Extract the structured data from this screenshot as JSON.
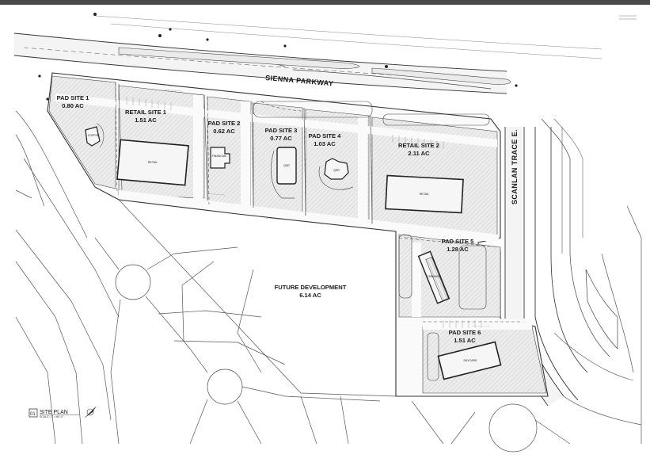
{
  "streets": {
    "north": "SIENNA PARKWAY",
    "east": "SCANLAN TRACE E."
  },
  "sites": [
    {
      "id": "pad-site-1",
      "name": "PAD SITE 1",
      "area": "0.80 AC",
      "building": "COFFEE"
    },
    {
      "id": "retail-site-1",
      "name": "RETAIL SITE 1",
      "area": "1.51 AC",
      "building": "RETAIL"
    },
    {
      "id": "pad-site-2",
      "name": "PAD SITE 2",
      "area": "0.62 AC",
      "building": "FINANCIAL"
    },
    {
      "id": "pad-site-3",
      "name": "PAD SITE 3",
      "area": "0.77 AC",
      "building": "QSR"
    },
    {
      "id": "pad-site-4",
      "name": "PAD SITE 4",
      "area": "1.03 AC",
      "building": "QSR"
    },
    {
      "id": "retail-site-2",
      "name": "RETAIL SITE 2",
      "area": "2.11 AC",
      "building": "RETAIL"
    },
    {
      "id": "pad-site-5",
      "name": "PAD SITE 5",
      "area": "1.28 AC",
      "building": "CARWASH"
    },
    {
      "id": "pad-site-6",
      "name": "PAD SITE 6",
      "area": "1.51 AC",
      "building": "DAYCARE"
    }
  ],
  "future": {
    "name": "FUTURE DEVELOPMENT",
    "area": "6.14 AC"
  },
  "title_block": {
    "number": "01",
    "title": "SITE PLAN",
    "scale": "SCALE: 1\" = 60'-0\""
  },
  "colors": {
    "line": "#333333",
    "road": "#f3f3f3",
    "parking": "#e4e4e4",
    "building": "#f6f6f6"
  },
  "icons": {
    "north_arrow": "north-arrow-icon"
  }
}
